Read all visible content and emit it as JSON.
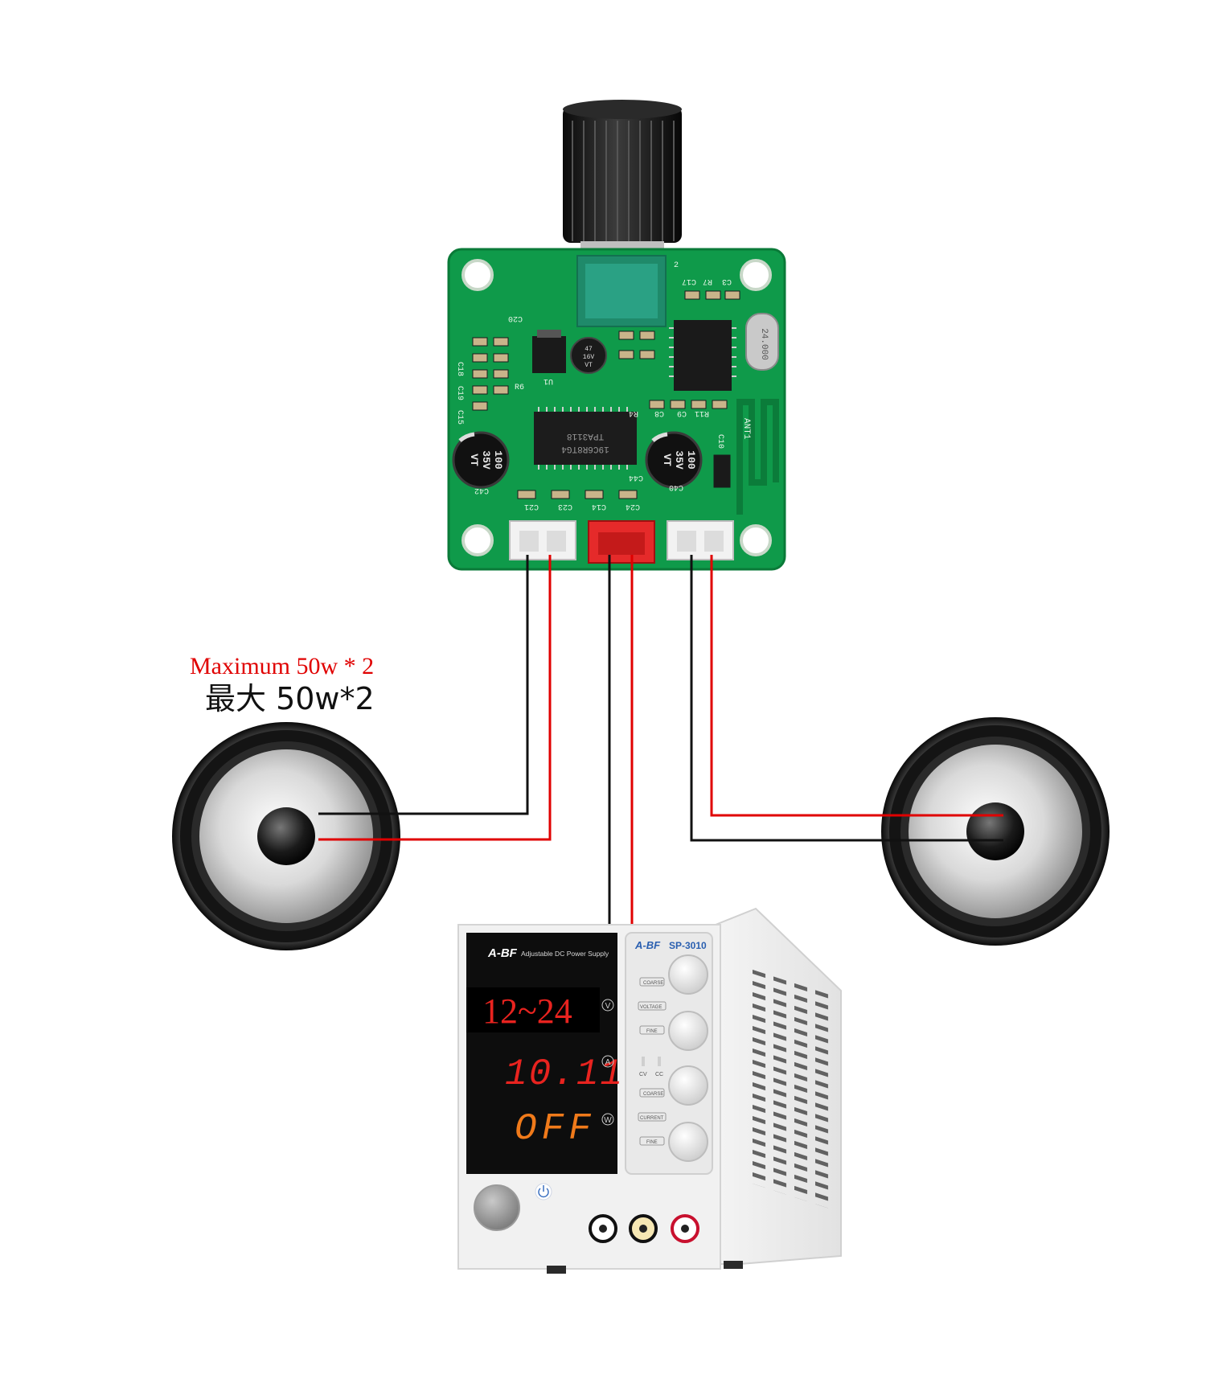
{
  "annotation": {
    "power_en": "Maximum 50w * 2",
    "power_cn": "最大 50w*2"
  },
  "board": {
    "chip_lines": [
      "TPA3118",
      "19C6R8TG4"
    ],
    "cap_label_lines": [
      "100",
      "35V",
      "VT"
    ],
    "cap_small_lines": [
      "47",
      "16V",
      "VT"
    ],
    "crystal_label": "24.000",
    "antenna_label": "ANT1",
    "silkscreen": [
      "C20",
      "C18",
      "C19",
      "C15",
      "R6",
      "C42",
      "C21",
      "C23",
      "C14",
      "C24",
      "C44",
      "C40",
      "C8",
      "C9",
      "R11",
      "R4",
      "C10",
      "U1",
      "C3",
      "R7",
      "C17",
      "2"
    ]
  },
  "power_supply": {
    "brand": "A-BF",
    "title": "Adjustable DC Power Supply",
    "model": "SP-3010",
    "display": {
      "voltage": "12~24",
      "current": "10.11",
      "power": "OFF"
    },
    "unit_marks": [
      "V",
      "A",
      "W"
    ],
    "knob_labels": [
      "COARSE",
      "VOLTAGE",
      "FINE",
      "COARSE",
      "CURRENT",
      "FINE"
    ],
    "mode_labels": [
      "CV",
      "CC"
    ],
    "colors": {
      "display_red": "#e8231f",
      "display_orange": "#f07a1a"
    }
  },
  "wire_colors": {
    "red": "#e00000",
    "black": "#111111"
  }
}
